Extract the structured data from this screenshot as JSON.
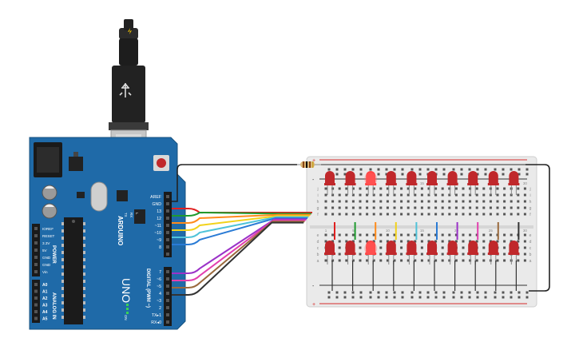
{
  "board": {
    "top_header": [
      "AREF",
      "GND",
      "13",
      "12",
      "~11",
      "~10",
      "~9",
      "8"
    ],
    "bottom_header": [
      "7",
      "~6",
      "~5",
      "4",
      "~3",
      "2",
      "TX▸1",
      "RX◂0"
    ],
    "digital_label": "DIGITAL (PWM ~)",
    "power_pins": [
      "IOREF",
      "RESET",
      "3.3V",
      "5V",
      "GND",
      "GND",
      "Vin"
    ],
    "power_label": "POWER",
    "analog_pins": [
      "A0",
      "A1",
      "A2",
      "A3",
      "A4",
      "A5"
    ],
    "analog_label": "ANALOG IN",
    "brand": "ARDUINO",
    "model": "UNO",
    "led_marks": [
      "TX",
      "RX",
      "L"
    ],
    "on_label": "ON"
  },
  "breadboard": {
    "col_numbers": [
      "1",
      "5",
      "10",
      "15",
      "20",
      "25",
      "30"
    ],
    "row_letters_top": [
      "j",
      "i",
      "h",
      "g",
      "f"
    ],
    "row_letters_bottom": [
      "e",
      "d",
      "c",
      "b",
      "a"
    ],
    "rail_plus": "+",
    "rail_minus": "-"
  },
  "leds": {
    "count": 10,
    "lit_index": 2,
    "body_color": "#c0282b",
    "lit_color": "#ff4343"
  },
  "wires": {
    "colors": [
      "#e02020",
      "#1e9b2e",
      "#ff8b1a",
      "#f2d21b",
      "#4fc3d9",
      "#2a7bd5",
      "#9b32c8",
      "#e23fae",
      "#9a6a3d",
      "#333333"
    ]
  },
  "colors": {
    "board": "#1f6aa8",
    "board_dark": "#17527f",
    "breadboard": "#eaeaea",
    "rail_red": "#d62c2c",
    "rail_dark": "#333333"
  },
  "icons": [
    "usb-cable-icon",
    "power-jack-icon",
    "reset-button-icon",
    "crystal-icon",
    "chip-icon",
    "resistor-icon",
    "led-icon"
  ]
}
